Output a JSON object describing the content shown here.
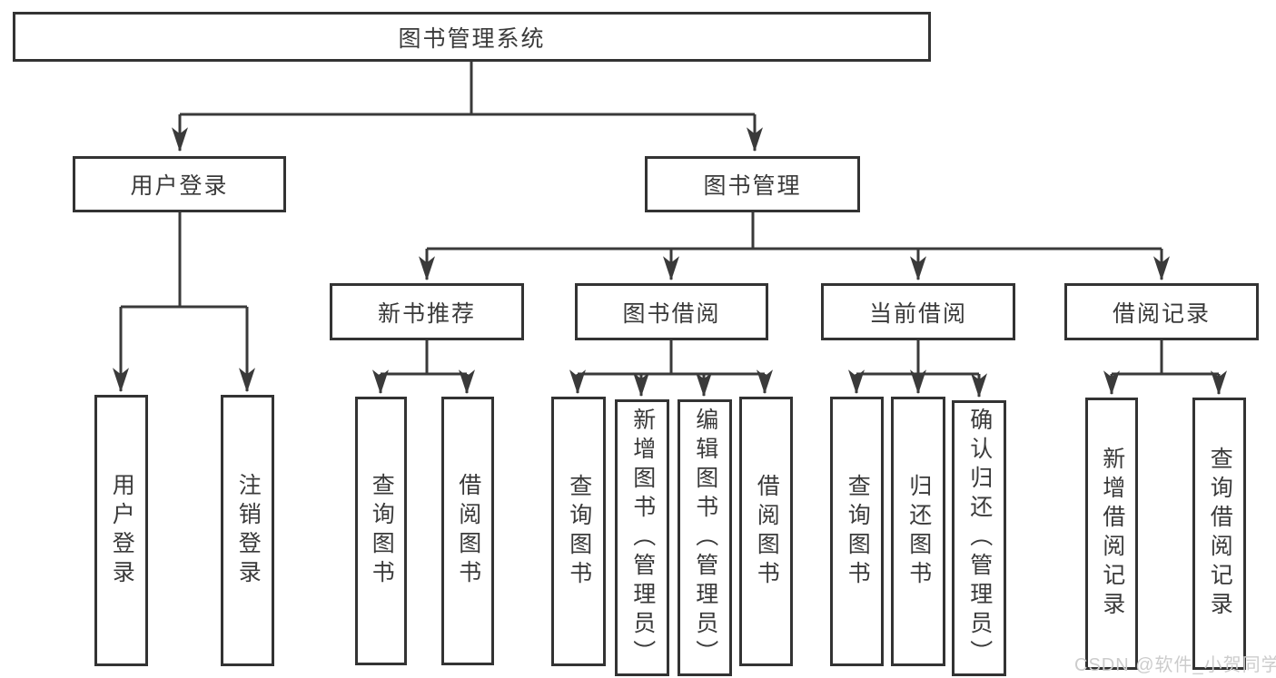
{
  "diagram": {
    "root": "图书管理系统",
    "level2": {
      "user_login": "用户登录",
      "book_management": "图书管理"
    },
    "level3": {
      "new_book_recommend": "新书推荐",
      "book_borrowing": "图书借阅",
      "current_borrowing": "当前借阅",
      "borrowing_records": "借阅记录"
    },
    "leaves": {
      "user_login": "用户登录",
      "logout": "注销登录",
      "query_book_recommend": "查询图书",
      "borrow_book_recommend": "借阅图书",
      "query_book_borrowing": "查询图书",
      "add_book_admin": "新增图书（管理员）",
      "edit_book_admin": "编辑图书（管理员）",
      "borrow_book_borrowing": "借阅图书",
      "query_book_current": "查询图书",
      "return_book": "归还图书",
      "confirm_return_admin": "确认归还（管理员）",
      "add_borrow_record": "新增借阅记录",
      "query_borrow_record": "查询借阅记录"
    },
    "watermark": "CSDN @软件_小贺同学",
    "colors": {
      "line": "#3a3a3a",
      "box_border": "#333333",
      "text": "#3a3a3a",
      "watermark": "#cccccc",
      "background": "#ffffff"
    }
  }
}
